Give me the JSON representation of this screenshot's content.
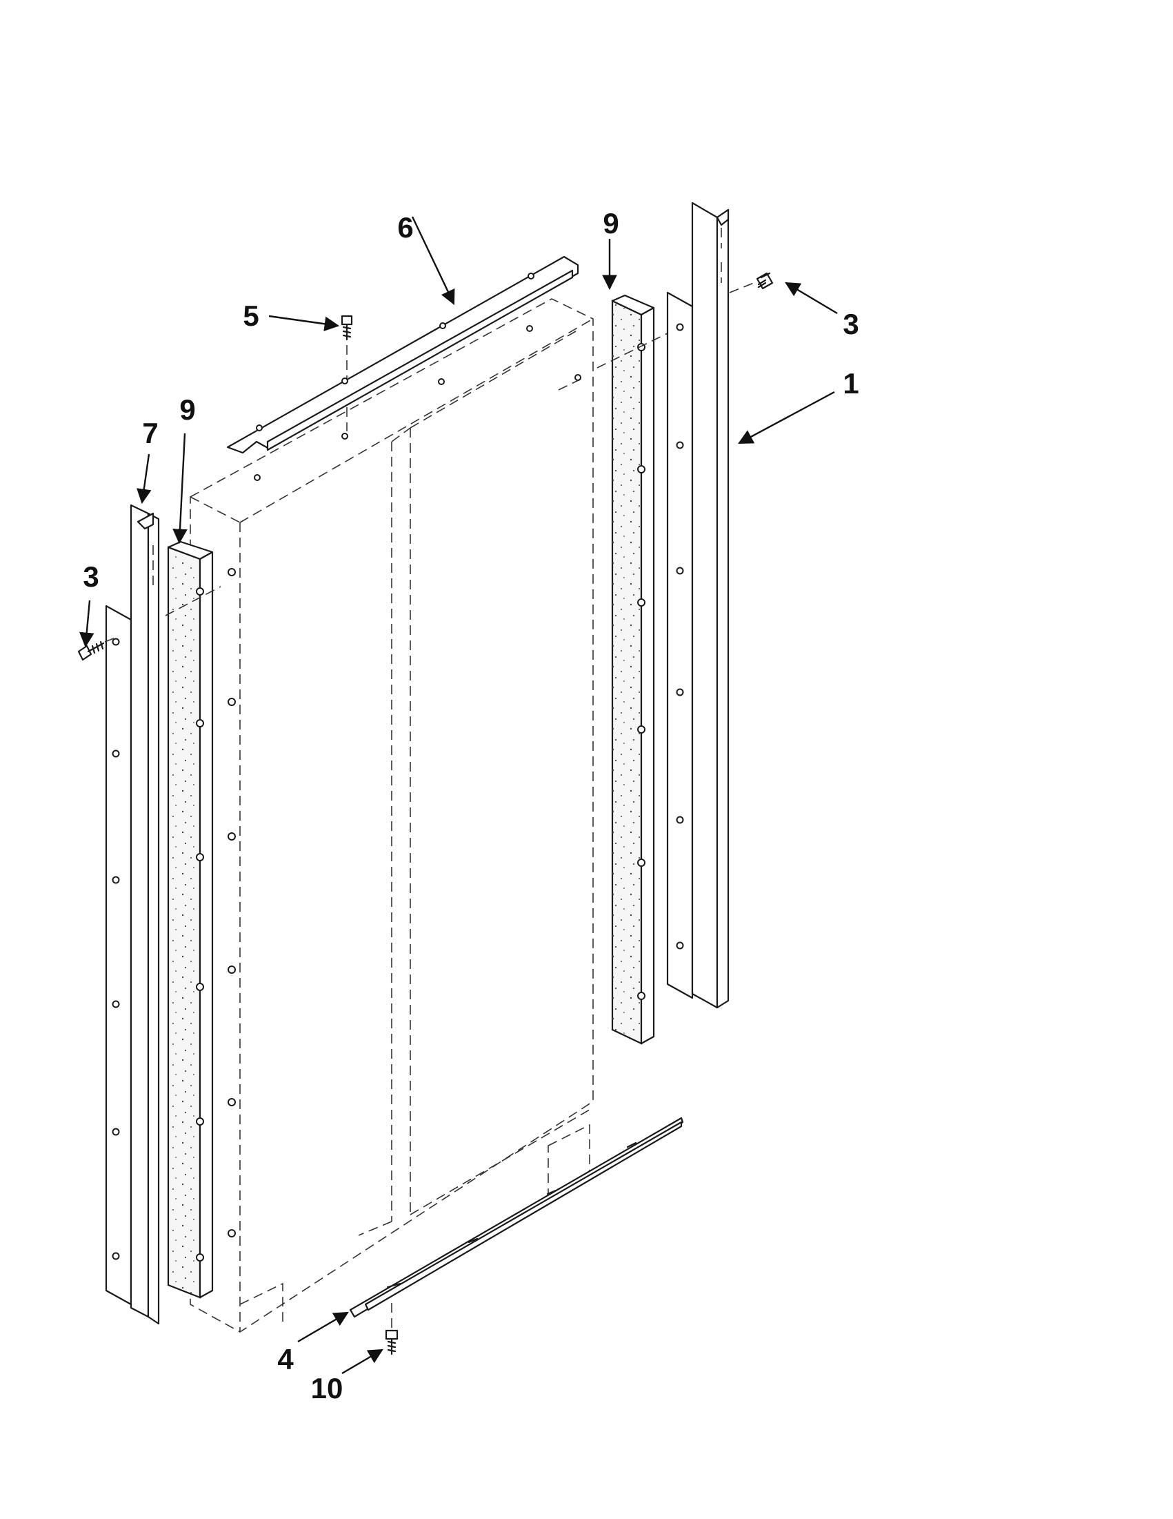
{
  "diagram": {
    "callouts": [
      {
        "id": "c6",
        "label": "6"
      },
      {
        "id": "c9a",
        "label": "9"
      },
      {
        "id": "c5",
        "label": "5"
      },
      {
        "id": "c3a",
        "label": "3"
      },
      {
        "id": "c1",
        "label": "1"
      },
      {
        "id": "c7",
        "label": "7"
      },
      {
        "id": "c9b",
        "label": "9"
      },
      {
        "id": "c3b",
        "label": "3"
      },
      {
        "id": "c4",
        "label": "4"
      },
      {
        "id": "c10",
        "label": "10"
      }
    ],
    "colors": {
      "line": "#1a1a1a",
      "background": "#ffffff"
    }
  }
}
